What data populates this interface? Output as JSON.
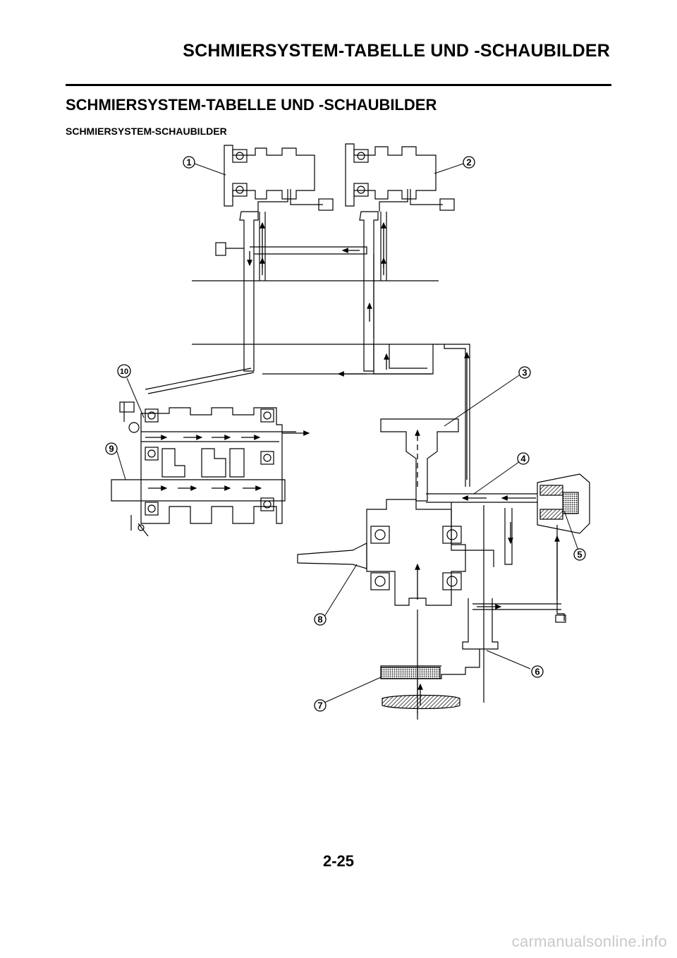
{
  "header": {
    "title": "SCHMIERSYSTEM-TABELLE UND -SCHAUBILDER"
  },
  "section": {
    "title": "SCHMIERSYSTEM-TABELLE UND -SCHAUBILDER"
  },
  "subsection": {
    "title": "SCHMIERSYSTEM-SCHAUBILDER"
  },
  "diagram": {
    "callouts": [
      "1",
      "2",
      "3",
      "4",
      "5",
      "6",
      "7",
      "8",
      "9",
      "10"
    ]
  },
  "footer": {
    "page_number": "2-25"
  },
  "watermark": {
    "text": "carmanualsonline.info"
  }
}
